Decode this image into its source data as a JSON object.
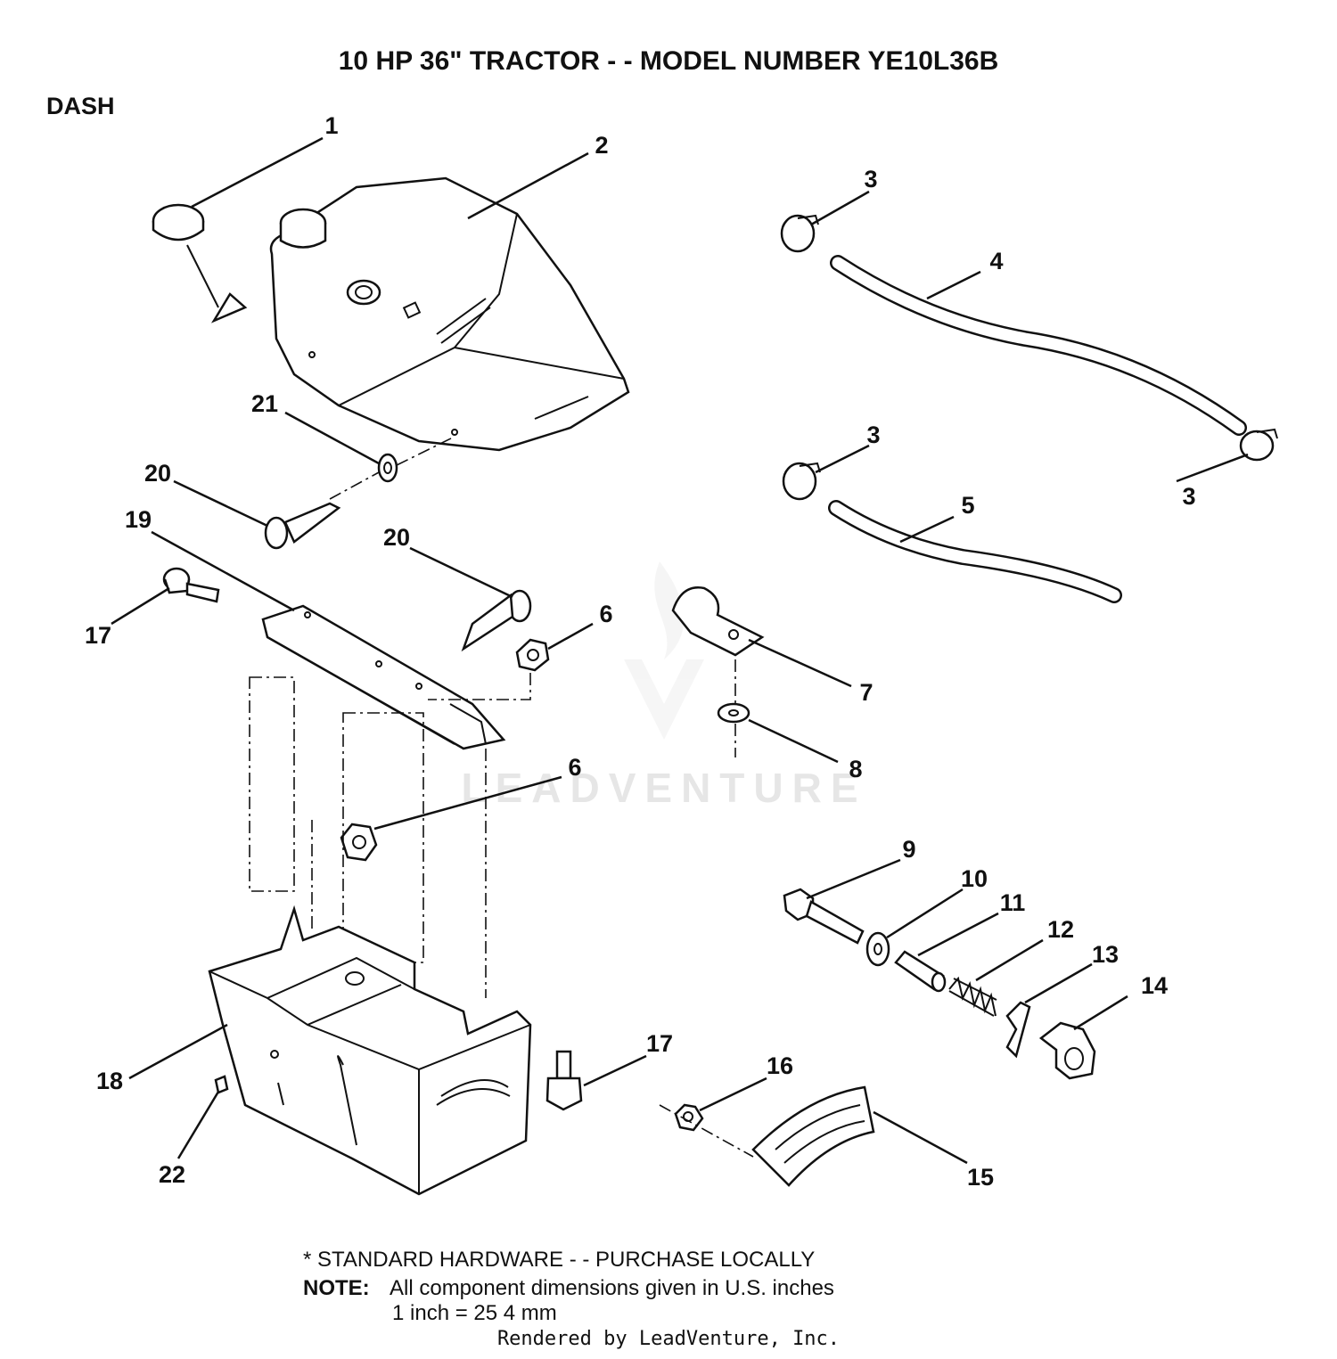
{
  "title": "10 HP 36\" TRACTOR - - MODEL NUMBER YE10L36B",
  "section": "DASH",
  "watermark": "LEADVENTURE",
  "callouts": [
    "1",
    "2",
    "3",
    "4",
    "3",
    "3",
    "5",
    "21",
    "20",
    "19",
    "20",
    "17",
    "6",
    "7",
    "8",
    "6",
    "9",
    "10",
    "11",
    "12",
    "13",
    "14",
    "17",
    "16",
    "18",
    "22",
    "15"
  ],
  "footer": {
    "standard_hardware": "* STANDARD HARDWARE - - PURCHASE LOCALLY",
    "note_label": "NOTE:",
    "note_line1": "All component dimensions given in U.S. inches",
    "note_line2": "1 inch = 25 4 mm",
    "rendered_by": "Rendered by LeadVenture, Inc."
  }
}
